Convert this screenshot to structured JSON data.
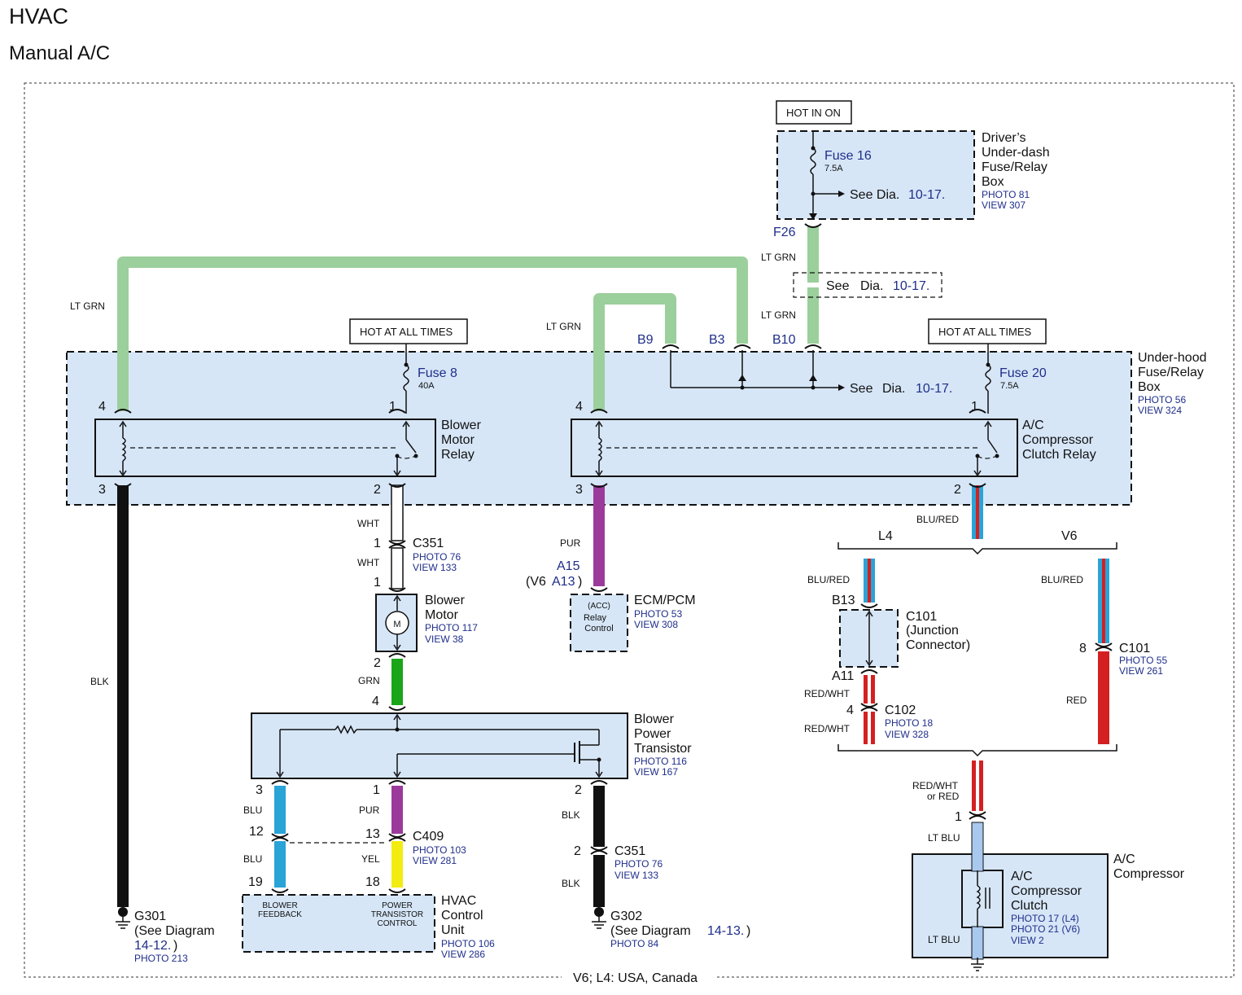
{
  "header": {
    "title": "HVAC",
    "subtitle": "Manual A/C"
  },
  "footer": "V6; L4: USA, Canada",
  "hot_labels": {
    "hot_in_on": "HOT IN ON",
    "hot_at_all_times_1": "HOT AT ALL TIMES",
    "hot_at_all_times_2": "HOT AT ALL TIMES"
  },
  "driver_box": {
    "name_lines": [
      "Driver’s",
      "Under-dash",
      "Fuse/Relay",
      "Box"
    ],
    "photo": "PHOTO 81",
    "view": "VIEW 307",
    "fuse": "Fuse 16",
    "rating": "7.5A",
    "see": "See Dia.",
    "see_ref": "10-17.",
    "connector": "F26"
  },
  "underhood_box": {
    "name_lines": [
      "Under-hood",
      "Fuse/Relay",
      "Box"
    ],
    "photo": "PHOTO 56",
    "view": "VIEW 324",
    "fuse8": "Fuse 8",
    "fuse8_rating": "40A",
    "fuse20": "Fuse 20",
    "fuse20_rating": "7.5A",
    "b9": "B9",
    "b3": "B3",
    "b10": "B10",
    "see": "See",
    "dia": "Dia.",
    "see_ref": "10-17."
  },
  "splice_see": {
    "see": "See",
    "dia": "Dia.",
    "ref": "10-17."
  },
  "blower_relay": {
    "name_lines": [
      "Blower",
      "Motor",
      "Relay"
    ],
    "pin4": "4",
    "pin1": "1",
    "pin3": "3",
    "pin2": "2"
  },
  "ac_relay": {
    "name_lines": [
      "A/C",
      "Compressor",
      "Clutch Relay"
    ],
    "pin4": "4",
    "pin1": "1",
    "pin3": "3",
    "pin2": "2"
  },
  "wires": {
    "lt_grn_left": "LT GRN",
    "lt_grn_mid": "LT GRN",
    "lt_grn_top": "LT GRN",
    "lt_grn_bottom": "LT GRN",
    "blk_main": "BLK",
    "wht_1": "WHT",
    "wht_2": "WHT",
    "grn": "GRN",
    "pur_ecm": "PUR",
    "blu_red_main": "BLU/RED",
    "blu_red_l4": "BLU/RED",
    "blu_red_v6": "BLU/RED",
    "red_wht_1": "RED/WHT",
    "red_wht_2": "RED/WHT",
    "red": "RED",
    "red_wht_or_red_1": "RED/WHT",
    "red_wht_or_red_2": "or RED",
    "lt_blu_1": "LT BLU",
    "lt_blu_2": "LT BLU",
    "blu_1": "BLU",
    "blu_2": "BLU",
    "pur_c409": "PUR",
    "yel": "YEL",
    "blk_g302_1": "BLK",
    "blk_g302_2": "BLK"
  },
  "c351_top": {
    "name": "C351",
    "photo": "PHOTO 76",
    "view": "VIEW 133",
    "pin1a": "1",
    "pin1b": "1"
  },
  "blower_motor": {
    "name_lines": [
      "Blower",
      "Motor"
    ],
    "photo": "PHOTO 117",
    "view": "VIEW 38",
    "symbol": "M",
    "pin2": "2"
  },
  "ecm": {
    "name": "ECM/PCM",
    "photo": "PHOTO 53",
    "view": "VIEW 308",
    "pin": "A15",
    "pin_v6_prefix": "(V6",
    "pin_v6": "A13",
    "pin_v6_suffix": ")",
    "acc": "(ACC)",
    "relay": "Relay",
    "control": "Control"
  },
  "blower_transistor": {
    "name_lines": [
      "Blower",
      "Power",
      "Transistor"
    ],
    "photo": "PHOTO 116",
    "view": "VIEW 167",
    "pin4": "4",
    "pin3": "3",
    "pin1": "1",
    "pin2": "2"
  },
  "c409": {
    "name": "C409",
    "photo": "PHOTO 103",
    "view": "VIEW 281",
    "pin12": "12",
    "pin13": "13"
  },
  "hvac_unit": {
    "name_lines": [
      "HVAC",
      "Control",
      "Unit"
    ],
    "photo": "PHOTO 106",
    "view": "VIEW 286",
    "pin19": "19",
    "pin18": "18",
    "blower_feedback_1": "BLOWER",
    "blower_feedback_2": "FEEDBACK",
    "ptc_1": "POWER",
    "ptc_2": "TRANSISTOR",
    "ptc_3": "CONTROL"
  },
  "c351_bottom": {
    "name": "C351",
    "photo": "PHOTO 76",
    "view": "VIEW 133",
    "pin": "2"
  },
  "g301": {
    "name": "G301",
    "see_1": "(See Diagram",
    "ref": "14-12.",
    "close": ")",
    "photo": "PHOTO 213"
  },
  "g302": {
    "name": "G302",
    "see_1": "(See Diagram",
    "ref": "14-13.",
    "close": ")",
    "photo": "PHOTO 84"
  },
  "variants": {
    "l4": "L4",
    "v6": "V6"
  },
  "c101_junction": {
    "name": "C101",
    "line2": "(Junction",
    "line3": "Connector)",
    "b13": "B13",
    "a11": "A11"
  },
  "c102": {
    "name": "C102",
    "photo": "PHOTO 18",
    "view": "VIEW 328",
    "pin": "4"
  },
  "c101_v6": {
    "name": "C101",
    "photo": "PHOTO 55",
    "view": "VIEW 261",
    "pin": "8"
  },
  "ac_compressor": {
    "pin1": "1",
    "name_lines": [
      "A/C",
      "Compressor"
    ],
    "clutch_lines": [
      "A/C",
      "Compressor",
      "Clutch"
    ],
    "photo1": "PHOTO 17 (L4)",
    "photo2": "PHOTO 21 (V6)",
    "view": "VIEW 2"
  },
  "colors": {
    "lt_grn": "#9bcf9b",
    "blk": "#111111",
    "wht": "#ffffff",
    "grn": "#1aa51a",
    "pur": "#9b3a9b",
    "blu": "#2aa3d6",
    "yel": "#f2ec10",
    "red": "#d42020",
    "lt_blu": "#a8c8ee",
    "box_fill": "#d6e6f7"
  }
}
